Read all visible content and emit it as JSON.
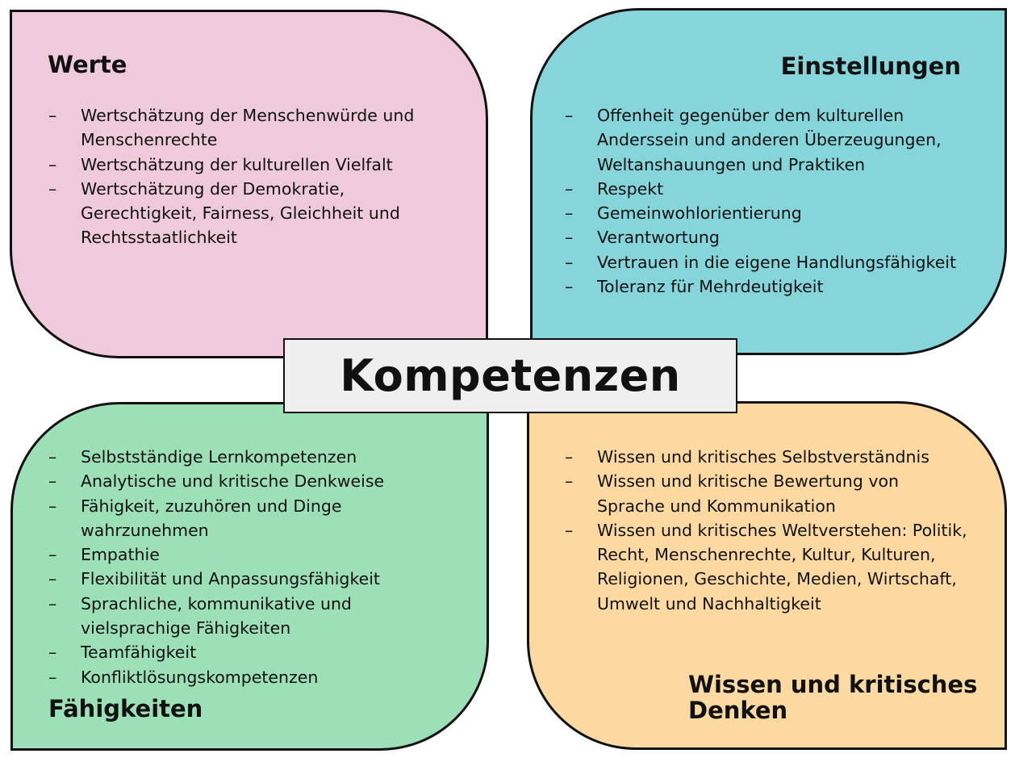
{
  "center": {
    "title": "Kompetenzen"
  },
  "werte": {
    "title": "Werte",
    "items": [
      {
        "lines": [
          "Wertschätzung der Menschenwürde und",
          "Menschenrechte"
        ]
      },
      {
        "lines": [
          "Wertschätzung der kulturellen Vielfalt"
        ]
      },
      {
        "lines": [
          "Wertschätzung der Demokratie,",
          "Gerechtigkeit, Fairness, Gleichheit und",
          "Rechtsstaatlichkeit"
        ]
      }
    ]
  },
  "einstellungen": {
    "title": "Einstellungen",
    "items": [
      {
        "lines": [
          "Offenheit gegenüber dem kulturellen",
          "Anderssein und anderen Überzeugungen,",
          "Weltanshauungen und Praktiken"
        ]
      },
      {
        "lines": [
          "Respekt"
        ]
      },
      {
        "lines": [
          "Gemeinwohlorientierung"
        ]
      },
      {
        "lines": [
          "Verantwortung"
        ]
      },
      {
        "lines": [
          "Vertrauen in die eigene Handlungsfähigkeit"
        ]
      },
      {
        "lines": [
          "Toleranz für Mehrdeutigkeit"
        ]
      }
    ]
  },
  "faehigkeiten": {
    "title": "Fähigkeiten",
    "items": [
      {
        "lines": [
          "Selbstständige Lernkompetenzen"
        ]
      },
      {
        "lines": [
          "Analytische und kritische Denkweise"
        ]
      },
      {
        "lines": [
          "Fähigkeit, zuzuhören und Dinge",
          "wahrzunehmen"
        ]
      },
      {
        "lines": [
          "Empathie"
        ]
      },
      {
        "lines": [
          "Flexibilität und Anpassungsfähigkeit"
        ]
      },
      {
        "lines": [
          "Sprachliche, kommunikative und",
          "vielsprachige Fähigkeiten"
        ]
      },
      {
        "lines": [
          "Teamfähigkeit"
        ]
      },
      {
        "lines": [
          "Konfliktlösungskompetenzen"
        ]
      }
    ]
  },
  "wissen": {
    "title_lines": [
      "Wissen und kritisches",
      "Denken"
    ],
    "items": [
      {
        "lines": [
          "Wissen und kritisches Selbstverständnis"
        ]
      },
      {
        "lines": [
          "Wissen und kritische Bewertung von",
          "Sprache und Kommunikation"
        ]
      },
      {
        "lines": [
          "Wissen und kritisches Weltverstehen: Politik,",
          "Recht, Menschenrechte, Kultur, Kulturen,",
          "Religionen, Geschichte, Medien, Wirtschaft,",
          "Umwelt und Nachhaltigkeit"
        ]
      }
    ]
  },
  "bullet_symbol": "–",
  "colors": {
    "werte": "#efcadb",
    "einstellungen": "#86d5da",
    "faehigkeiten": "#9de0b8",
    "wissen": "#fdd9a2",
    "center": "#efefef",
    "outline": "#111111"
  }
}
